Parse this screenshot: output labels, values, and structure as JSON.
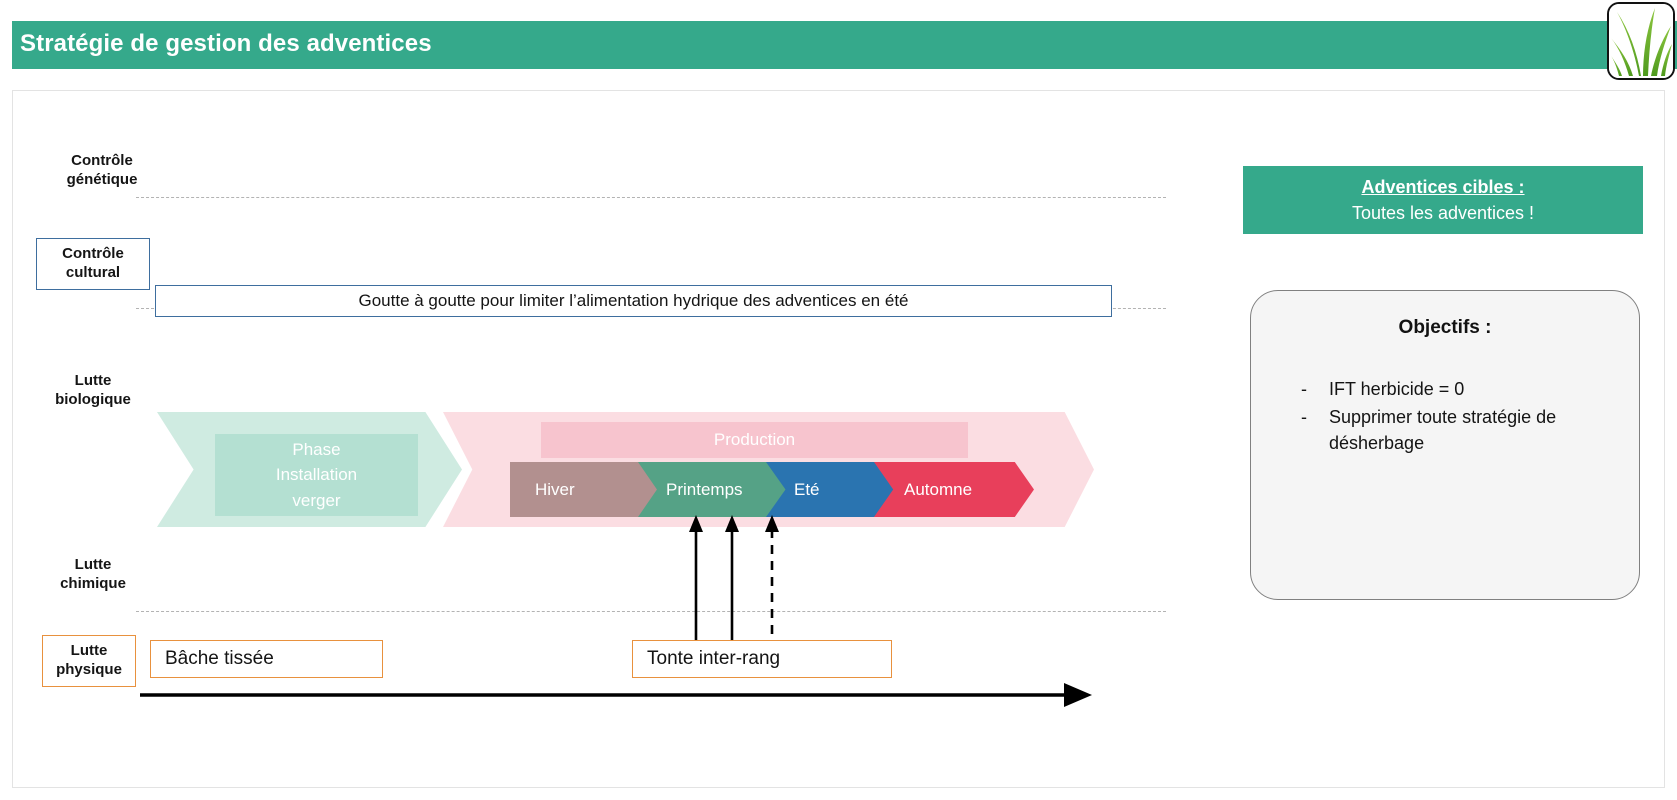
{
  "title": "Stratégie de gestion des adventices",
  "logo": {
    "icon": "grass-blades-logo"
  },
  "rows": [
    {
      "key": "genetique",
      "label": "Contrôle\ngénétique"
    },
    {
      "key": "cultural",
      "label": "Contrôle\ncultural"
    },
    {
      "key": "biologique",
      "label": "Lutte\nbiologique"
    },
    {
      "key": "chimique",
      "label": "Lutte\nchimique"
    },
    {
      "key": "physique",
      "label": "Lutte\nphysique"
    }
  ],
  "drip": {
    "text": "Goutte à goutte pour limiter l’alimentation hydrique des adventices en été"
  },
  "timeline": {
    "installation": {
      "line1": "Phase",
      "line2": "Installation",
      "line3": "verger"
    },
    "production_label": "Production",
    "seasons": [
      {
        "label": "Hiver",
        "color": "#B2908F"
      },
      {
        "label": "Printemps",
        "color": "#55A286"
      },
      {
        "label": "Eté",
        "color": "#2A74B0"
      },
      {
        "label": "Automne",
        "color": "#E83F5B"
      }
    ]
  },
  "practices": [
    {
      "key": "bache",
      "label": "Bâche tissée"
    },
    {
      "key": "tonte",
      "label": "Tonte inter-rang"
    }
  ],
  "adventices": {
    "title": "Adventices cibles :",
    "subtitle": "Toutes les adventices !"
  },
  "objectifs": {
    "title": "Objectifs :",
    "items": [
      {
        "dash": "-",
        "text": "IFT herbicide = 0"
      },
      {
        "dash": "-",
        "text": "Supprimer toute stratégie de désherbage"
      }
    ]
  },
  "colors": {
    "brand_green": "#35A98B",
    "blue_outline": "#3E6E9E",
    "orange_outline": "#E8913E",
    "installation_band": "#CFEBE1",
    "production_band": "#FBDDE2"
  }
}
